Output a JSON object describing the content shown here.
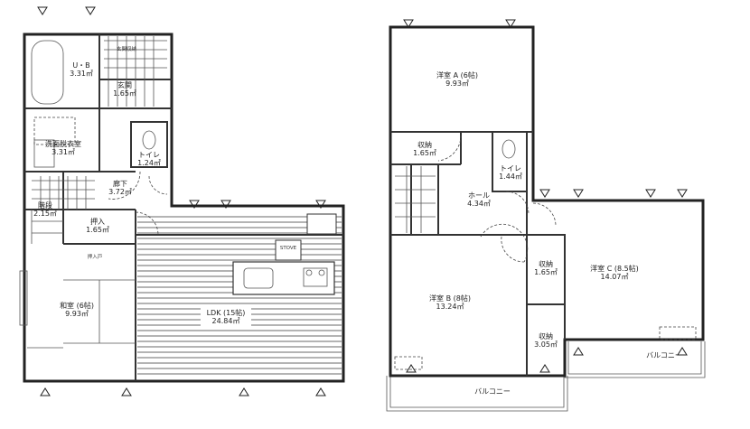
{
  "floor1": {
    "rooms": [
      {
        "name": "U・B",
        "area": "3.31㎡"
      },
      {
        "name": "玄関",
        "area": "1.65㎡"
      },
      {
        "name": "洗面脱衣室",
        "area": "3.31㎡"
      },
      {
        "name": "トイレ",
        "area": "1.24㎡"
      },
      {
        "name": "廊下",
        "area": "3.72㎡"
      },
      {
        "name": "階段",
        "area": "2.15㎡"
      },
      {
        "name": "押入",
        "area": "1.65㎡"
      },
      {
        "name": "和室 (6帖)",
        "area": "9.93㎡"
      },
      {
        "name": "LDK (15帖)",
        "area": "24.84㎡"
      }
    ],
    "small_labels": {
      "entry_storage": "玄関収納",
      "oshiire_door": "押入戸",
      "stove": "STOVE"
    }
  },
  "floor2": {
    "rooms": [
      {
        "name": "洋室 A (6帖)",
        "area": "9.93㎡"
      },
      {
        "name": "収納",
        "area": "1.65㎡"
      },
      {
        "name": "トイレ",
        "area": "1.44㎡"
      },
      {
        "name": "ホール",
        "area": "4.34㎡"
      },
      {
        "name": "洋室 B (8帖)",
        "area": "13.24㎡"
      },
      {
        "name": "収納",
        "area": "1.65㎡"
      },
      {
        "name": "洋室 C (8.5帖)",
        "area": "14.07㎡"
      },
      {
        "name": "収納",
        "area": "3.05㎡"
      }
    ],
    "balcony_label": "バルコニー"
  }
}
